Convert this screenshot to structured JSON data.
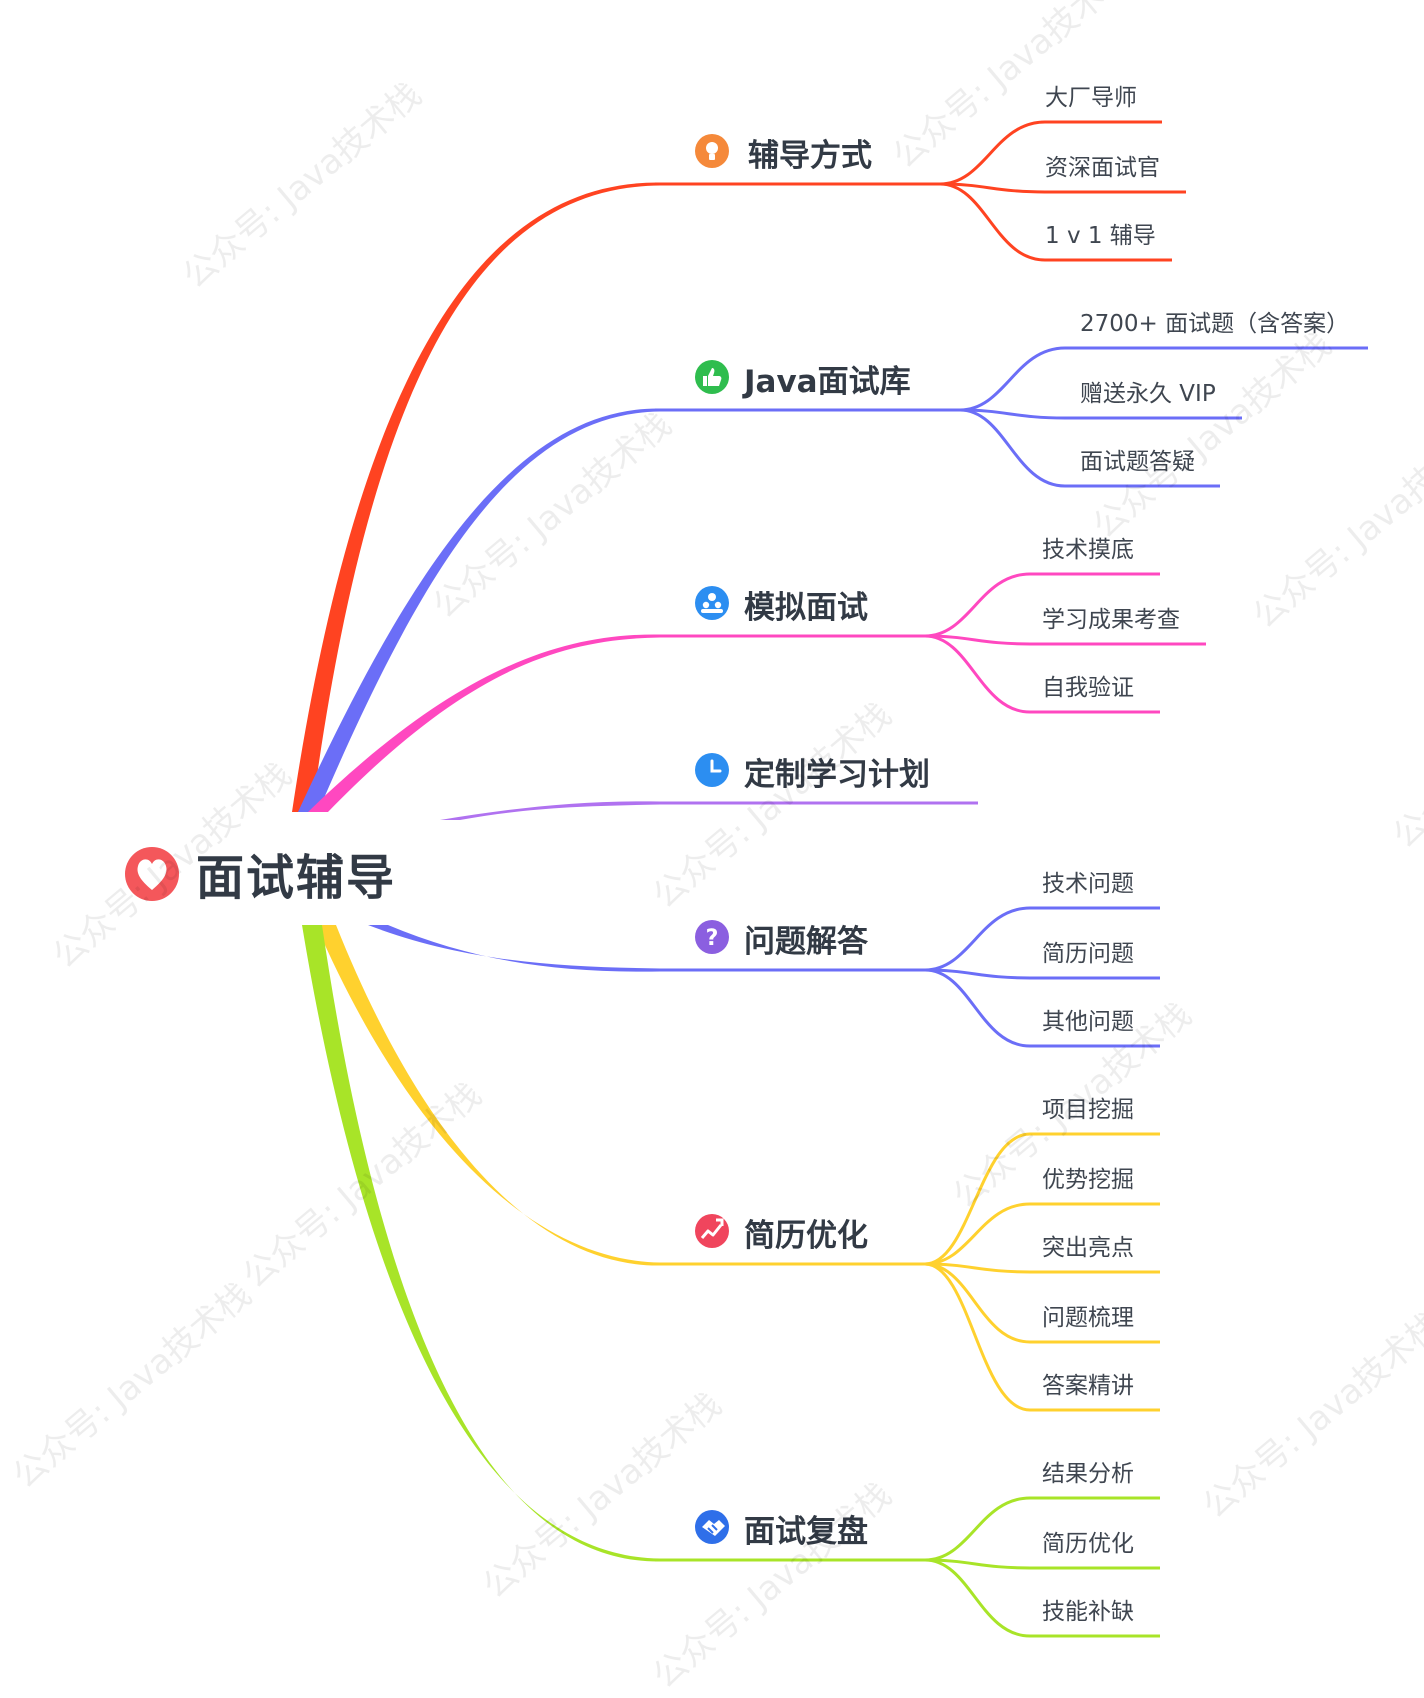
{
  "root": {
    "title": "面试辅导",
    "icon": "heart-icon",
    "color": "#f4575b"
  },
  "watermark": "公众号: Java技术栈",
  "branches": [
    {
      "title": "辅导方式",
      "icon": "lightbulb-icon",
      "iconColor": "#f5893a",
      "color": "#ff4321",
      "children": [
        "大厂导师",
        "资深面试官",
        "1 v 1 辅导"
      ]
    },
    {
      "title": "Java面试库",
      "icon": "thumbs-up-icon",
      "iconColor": "#2fbd4e",
      "color": "#6b6ef7",
      "children": [
        "2700+ 面试题（含答案）",
        "赠送永久 VIP",
        "面试题答疑"
      ]
    },
    {
      "title": "模拟面试",
      "icon": "people-icon",
      "iconColor": "#2c8ef1",
      "color": "#ff48c0",
      "children": [
        "技术摸底",
        "学习成果考查",
        "自我验证"
      ]
    },
    {
      "title": "定制学习计划",
      "icon": "clock-icon",
      "iconColor": "#2c8ef1",
      "color": "#b072f0",
      "children": []
    },
    {
      "title": "问题解答",
      "icon": "question-icon",
      "iconColor": "#8b5fe0",
      "color": "#6b6ef7",
      "children": [
        "技术问题",
        "简历问题",
        "其他问题"
      ]
    },
    {
      "title": "简历优化",
      "icon": "trend-icon",
      "iconColor": "#f0455d",
      "color": "#ffd12e",
      "children": [
        "项目挖掘",
        "优势挖掘",
        "突出亮点",
        "问题梳理",
        "答案精讲"
      ]
    },
    {
      "title": "面试复盘",
      "icon": "handshake-icon",
      "iconColor": "#2f6fe9",
      "color": "#a8e428",
      "children": [
        "结果分析",
        "简历优化",
        "技能补缺"
      ]
    }
  ]
}
